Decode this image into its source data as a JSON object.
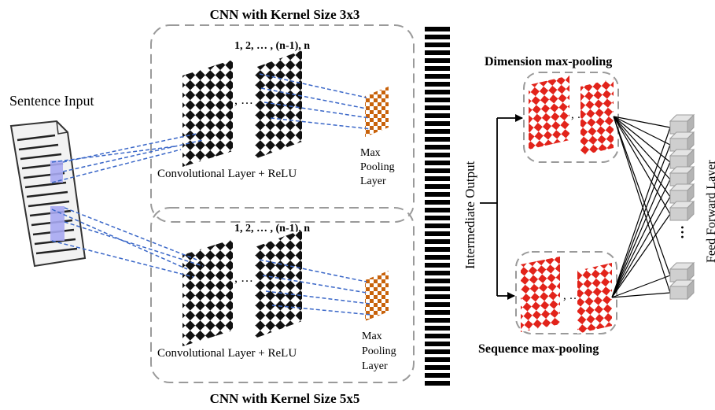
{
  "titles": {
    "top": "CNN with Kernel Size 3x3",
    "bottom": "CNN with Kernel Size 5x5"
  },
  "input_label": "Sentence Input",
  "top_block": {
    "channels_label": "1, 2, … , (n-1), n",
    "ellipsis": ", …",
    "conv_label": "Convolutional Layer + ReLU",
    "pool_label_lines": [
      "Max",
      "Pooling",
      "Layer"
    ]
  },
  "bottom_block": {
    "channels_label": "1, 2, … , (n-1), n",
    "ellipsis": ", …",
    "conv_label": "Convolutional Layer + ReLU",
    "pool_label_lines": [
      "Max",
      "Pooling",
      "Layer"
    ]
  },
  "intermediate_label": "Intermediate Output",
  "dimension_pool": {
    "title": "Dimension max-pooling",
    "ellipsis": ", … ,"
  },
  "sequence_pool": {
    "title": "Sequence max-pooling",
    "ellipsis": ", … ,"
  },
  "ff_label": "Feed Forward Layer",
  "ff_ellipsis": "…",
  "colors": {
    "dash_line": "#3a67c8",
    "pool_orange": "#c8620a",
    "red": "#e2231a",
    "box_dash": "#9a9a9a",
    "cube": "#c8c8c8"
  }
}
